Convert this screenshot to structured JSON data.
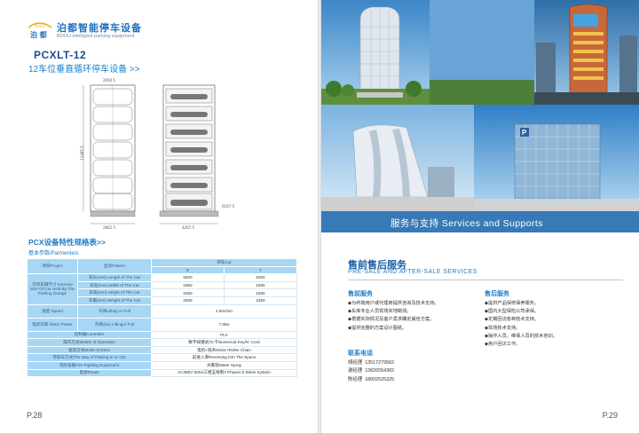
{
  "left_page": {
    "brand_cn": "泊都智能停车设备",
    "brand_en": "BODU intelligent parking equipment",
    "logo_text": "BODU",
    "logo_cn": "泊 都",
    "model": "PCXLT-12",
    "subtitle": "12车位垂直循环停车设备 >>",
    "drawing_dims": {
      "front_height": "11485.5",
      "front_width": "2950.5",
      "side_width": "6167.5",
      "front_bottom": "2862.5",
      "side_bottom": "4267.5"
    },
    "table_title": "PCX设备特性规格表>>",
    "table_subtitle": "基本参数/Parmenters",
    "spec": {
      "pattern_label": "型式Pattern",
      "car_type": "停车Car",
      "col_d": "D",
      "col_t": "T",
      "project": "项目Project",
      "extreme_size": "可停车辆尺寸 Extreme Size Of Car Held By The Parking Garage",
      "rows_size": [
        {
          "label": "车长(mm) Length of The Car",
          "d": "5000",
          "t": "5300"
        },
        {
          "label": "车宽(mm) Width of The Car",
          "d": "1850",
          "t": "1900"
        },
        {
          "label": "车高(mm) Height of The Car",
          "d": "1550",
          "t": "1550"
        },
        {
          "label": "车重(mm) Weight of The Car",
          "d": "2000",
          "t": "2350"
        }
      ],
      "speed_label": "速度 Speed",
      "speed_sub": "升降Lifting or Full",
      "speed_value": "4.5m/min",
      "motor_label": "电机功率 Motor Power",
      "motor_sub": "升降(kw) Liftingor Full",
      "motor_value": "7.5kw",
      "rows_other": [
        {
          "label": "控制器Controller",
          "value": "PLC"
        },
        {
          "label": "操作方式Modes of Operation",
          "value": "数字按键式/IC卡Numerical Key/IC Cord"
        },
        {
          "label": "驱动方式Mode of Drive",
          "value": "电机+链条Motor+Roller Chain"
        },
        {
          "label": "存取车方式The Way of Parking In or Out",
          "value": "前进入库Reversing Into The Space"
        },
        {
          "label": "消防设备Fire-Fighting Equipment",
          "value": "水雾喷Water Spray"
        },
        {
          "label": "电源Power",
          "value": "AC380V 50Hz三相五线制3 Phases 5 Wires System"
        }
      ]
    },
    "page_number": "P.28"
  },
  "right_page": {
    "band": "服务与支持  Services and Supports",
    "service_title_cn": "售前售后服务",
    "service_title_en": "PRE-SALE AND AFTER-SALE SERVICES",
    "pre_sale_head": "售前服务",
    "pre_sale_items": [
      "为终端用户或代理商提供咨询及技术支持。",
      "车库专业人员现场实地勘测。",
      "根据实际情况及客户需求确定最佳方案。",
      "提供完整的方案设计图纸。"
    ],
    "after_sale_head": "售后服务",
    "after_sale_items": [
      "提供产品保修保养服务。",
      "国内大型保险公司承保。",
      "定期回访各种技术支持。",
      "现场技术支持。",
      "操作人员、维保人员的技术培训。",
      "用户回访工作。"
    ],
    "contact_head": "联系电话",
    "contacts": [
      {
        "name": "胡经理",
        "phone": "13517279562"
      },
      {
        "name": "谢经理",
        "phone": "13826554382"
      },
      {
        "name": "陈经理",
        "phone": "18002525325"
      }
    ],
    "page_number": "P.29"
  }
}
